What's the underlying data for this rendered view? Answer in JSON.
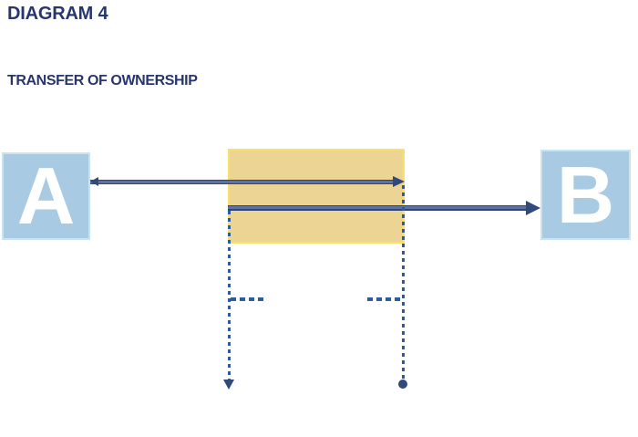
{
  "title": {
    "text": "DIAGRAM 4"
  },
  "subtitle": {
    "text": "TRANSFER OF OWNERSHIP"
  },
  "colors": {
    "background": "#FFFFFF",
    "heading_text": "#27376E",
    "node_fill": "#A9CAE3",
    "node_border": "#C9E3F1",
    "node_text": "#FFFFFF",
    "transfer_zone_fill": "#EBD494",
    "transfer_zone_border": "#F8E06A",
    "arrow_line": "#5D72A2",
    "arrow_head": "#31497B",
    "dashed_line": "#2E5B9E"
  },
  "diagram": {
    "nodes": [
      {
        "id": "A",
        "label": "A"
      },
      {
        "id": "B",
        "label": "B"
      }
    ],
    "transfer_zone": {
      "label": ""
    },
    "edges": [
      {
        "name": "a-to-zone",
        "type": "solid-arrow",
        "from": "A",
        "to": "transfer-zone-right-edge",
        "heads": "both-ends"
      },
      {
        "name": "zone-to-b",
        "type": "solid-arrow",
        "from": "transfer-zone-left-edge",
        "to": "B",
        "heads": "right"
      },
      {
        "name": "left-lifeline",
        "type": "dashed-vertical-line",
        "terminator": "arrow-down",
        "branch": "dashed-horizontal-right"
      },
      {
        "name": "right-lifeline",
        "type": "dashed-vertical-line",
        "terminator": "dot",
        "branch": "dashed-horizontal-left"
      }
    ]
  }
}
